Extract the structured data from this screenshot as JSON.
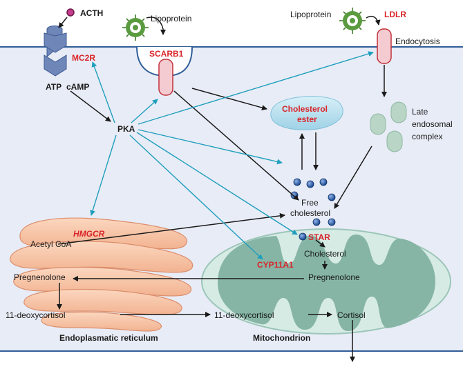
{
  "labels": {
    "acth": "ACTH",
    "lipoprotein_1": "Lipoprotein",
    "lipoprotein_2": "Lipoprotein",
    "ldlr": "LDLR",
    "endocytosis": "Endocytosis",
    "mc2r": "MC2R",
    "scarb1": "SCARB1",
    "atp": "ATP",
    "camp": "cAMP",
    "pka": "PKA",
    "cholesterol_ester_1": "Cholesterol",
    "cholesterol_ester_2": "ester",
    "late_endosomal_1": "Late",
    "late_endosomal_2": "endosomal",
    "late_endosomal_3": "complex",
    "free_cholesterol_1": "Free",
    "free_cholesterol_2": "cholesterol",
    "hmgcr": "HMGCR",
    "acetyl_coa": "Acetyl CoA",
    "star": "STAR",
    "cholesterol": "Cholesterol",
    "cyp11a1": "CYP11A1",
    "pregnenolone_mito": "Pregnenolone",
    "pregnenolone_er": "Pregnenolone",
    "deoxycortisol_er": "11-deoxycortisol",
    "deoxycortisol_mito": "11-deoxycortisol",
    "cortisol": "Cortisol",
    "er_title": "Endoplasmatic reticulum",
    "mito_title": "Mitochondrion"
  },
  "colors": {
    "cell_fill": "#e8ecf6",
    "membrane": "#2f5d97",
    "teal_arrow": "#1f9fbd",
    "black_arrow": "#1a1a1a",
    "label_red": "#d9252a",
    "receptor_fill": "#f4cbd0",
    "receptor_stroke": "#c0303a",
    "ester_fill": "#bde3f0",
    "endosome_fill": "#b9d5c5",
    "mito_outer": "#d7ebe5",
    "mito_inner": "#86b5a6",
    "er_fill": "#f7c6a8",
    "er_stroke": "#dc8e6c",
    "dot_fill": "#1c4f9e",
    "lipoprotein": "#5a9b3f",
    "acth_ball": "#c53c8d",
    "mc2r_fill": "#6f86b8"
  },
  "icons": {
    "acth_ligand": "acth-ligand-icon",
    "lipoprotein": "lipoprotein-virus-icon",
    "receptor": "membrane-receptor-icon",
    "organelle": "organelle-icon"
  }
}
